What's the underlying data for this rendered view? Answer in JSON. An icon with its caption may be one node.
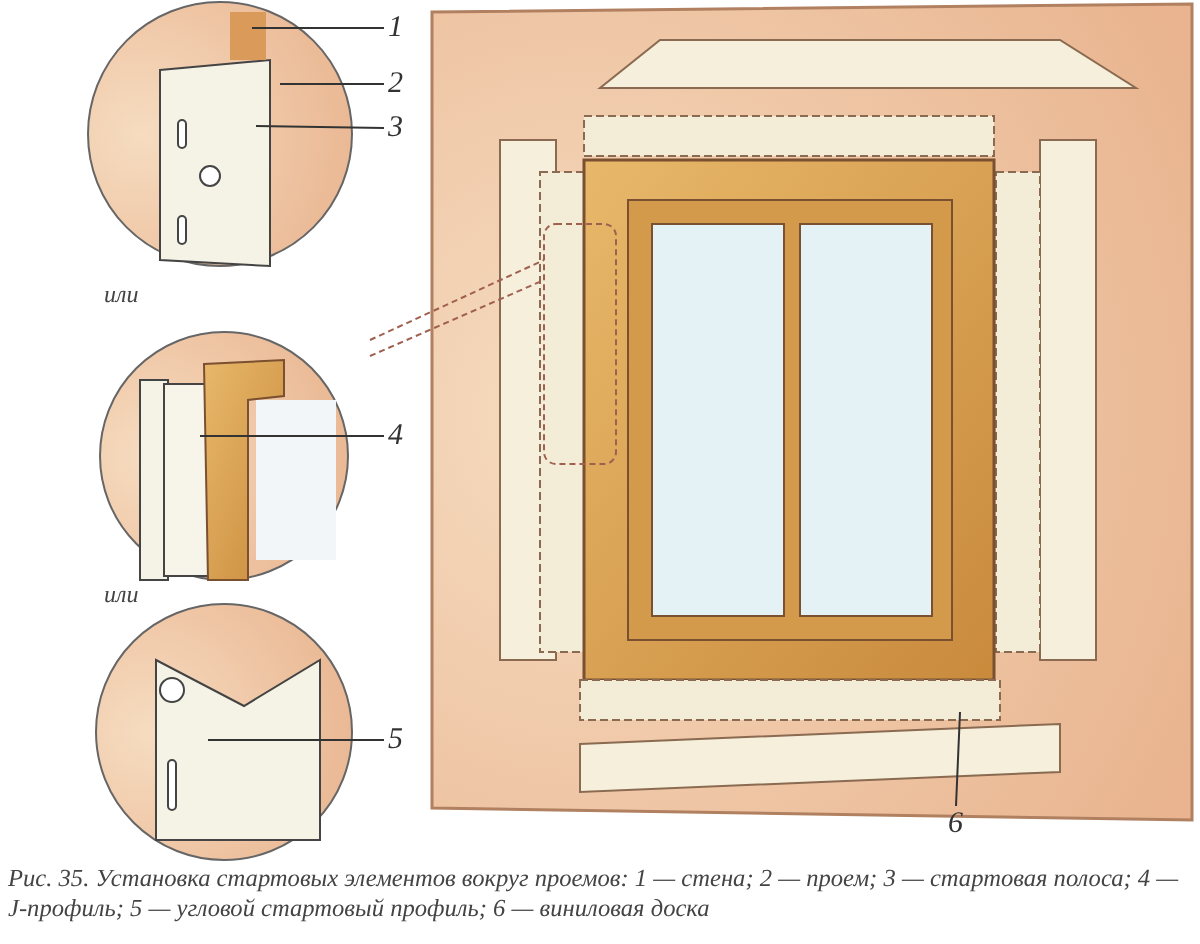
{
  "diagram": {
    "caption": "Рис. 35. Установка стартовых элементов вокруг проемов: 1 — стена; 2 — проем; 3 — стартовая полоса; 4 — J-профиль; 5 — угловой стартовый профиль; 6 — виниловая доска",
    "nodes": [
      {
        "text": [
          "1"
        ]
      },
      {
        "text": [
          "2"
        ]
      },
      {
        "text": [
          "3"
        ]
      },
      {
        "text": [
          "4"
        ]
      },
      {
        "text": [
          "5"
        ]
      },
      {
        "text": [
          "6"
        ]
      }
    ],
    "edges": [
      {
        "from": 0,
        "to": null,
        "arrow": "none"
      },
      {
        "from": 1,
        "to": null,
        "arrow": "none"
      },
      {
        "from": 2,
        "to": null,
        "arrow": "none"
      },
      {
        "from": 3,
        "to": null,
        "arrow": "none"
      },
      {
        "from": 4,
        "to": null,
        "arrow": "none"
      },
      {
        "from": 5,
        "to": null,
        "arrow": "none"
      }
    ],
    "labels": [
      "или",
      "или"
    ]
  }
}
